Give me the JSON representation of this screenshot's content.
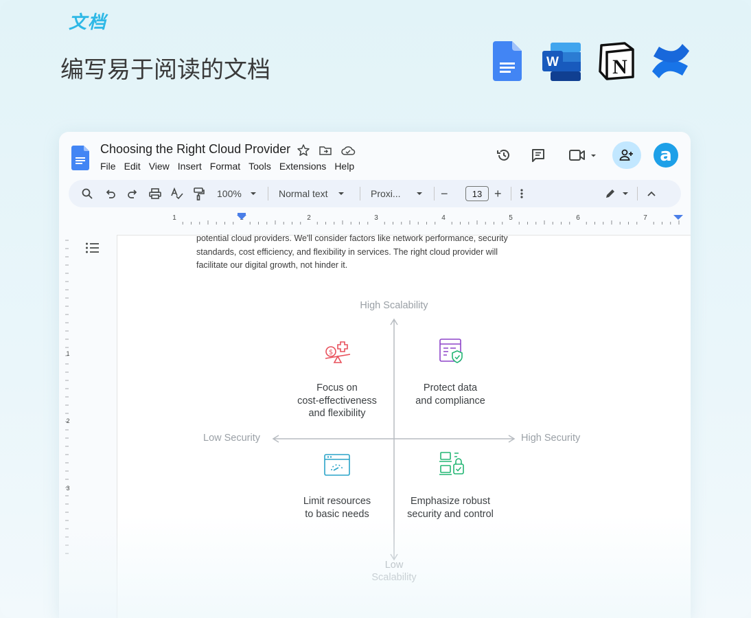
{
  "tag": "文档",
  "headline": "编写易于阅读的文档",
  "brand_icons": [
    "google-docs-icon",
    "word-icon",
    "notion-icon",
    "confluence-icon"
  ],
  "brand_letters": {
    "word": "W",
    "notion": "N"
  },
  "document": {
    "title": "Choosing the Right Cloud Provider",
    "menu": [
      "File",
      "Edit",
      "View",
      "Insert",
      "Format",
      "Tools",
      "Extensions",
      "Help"
    ],
    "avatar_letter": "a",
    "toolbar": {
      "zoom": "100%",
      "style": "Normal text",
      "font": "Proxi...",
      "font_size": "13",
      "minus": "−",
      "plus": "+"
    },
    "ruler_numbers": [
      "1",
      "1",
      "2",
      "3",
      "4",
      "5",
      "6",
      "7"
    ],
    "vruler_numbers": [
      "1",
      "2",
      "3"
    ],
    "body_lines": [
      "potential cloud providers. We'll consider factors like network performance, security",
      "standards, cost efficiency, and flexibility in services. The right cloud provider will",
      "facilitate our digital growth, not hinder it."
    ]
  },
  "diagram": {
    "y_top": "High Scalability",
    "y_bottom": [
      "Low",
      "Scalability"
    ],
    "x_left": "Low Security",
    "x_right": "High Security",
    "quadrants": {
      "top_left": {
        "lines": [
          "Focus on",
          "cost-effectiveness",
          "and flexibility"
        ],
        "icon": "cost-scale-icon"
      },
      "top_right": {
        "lines": [
          "Protect data",
          "and compliance"
        ],
        "icon": "secure-document-icon"
      },
      "bottom_left": {
        "lines": [
          "Limit resources",
          "to basic needs"
        ],
        "icon": "basic-dashboard-icon"
      },
      "bottom_right": {
        "lines": [
          "Emphasize robust",
          "security and control"
        ],
        "icon": "secure-servers-icon"
      }
    },
    "colors": {
      "top_left": "#e8505b",
      "top_right": "#8e44c9",
      "bottom_left": "#2aa4c8",
      "bottom_right": "#22b573"
    }
  }
}
